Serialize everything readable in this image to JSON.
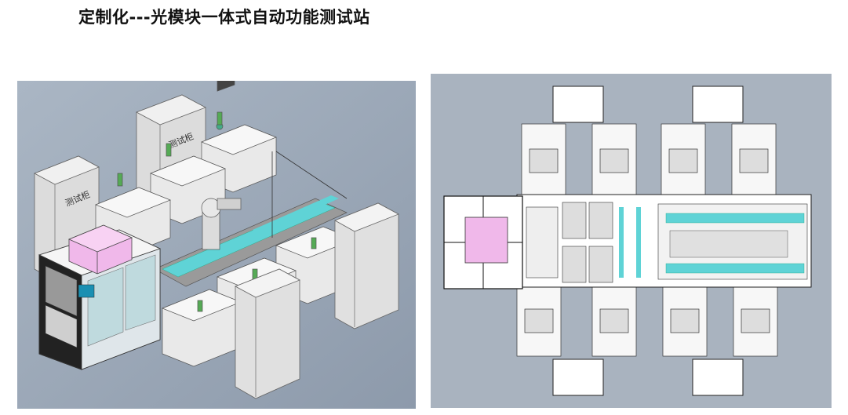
{
  "header": {
    "title": "定制化---光模块一体式自动功能测试站"
  },
  "iso_view": {
    "cabinet_labels": [
      "测试柜",
      "测试柜"
    ],
    "colors": {
      "background": "#9aa7b7",
      "frame": "#e6e6e6",
      "accent_box": "#f0b8ea",
      "conveyor": "#5fd3d6"
    }
  },
  "plan_view": {
    "colors": {
      "background": "#a9b3bf",
      "base": "#ffffff",
      "conveyor": "#5fd3d6",
      "accent_box": "#f0b8ea"
    }
  }
}
